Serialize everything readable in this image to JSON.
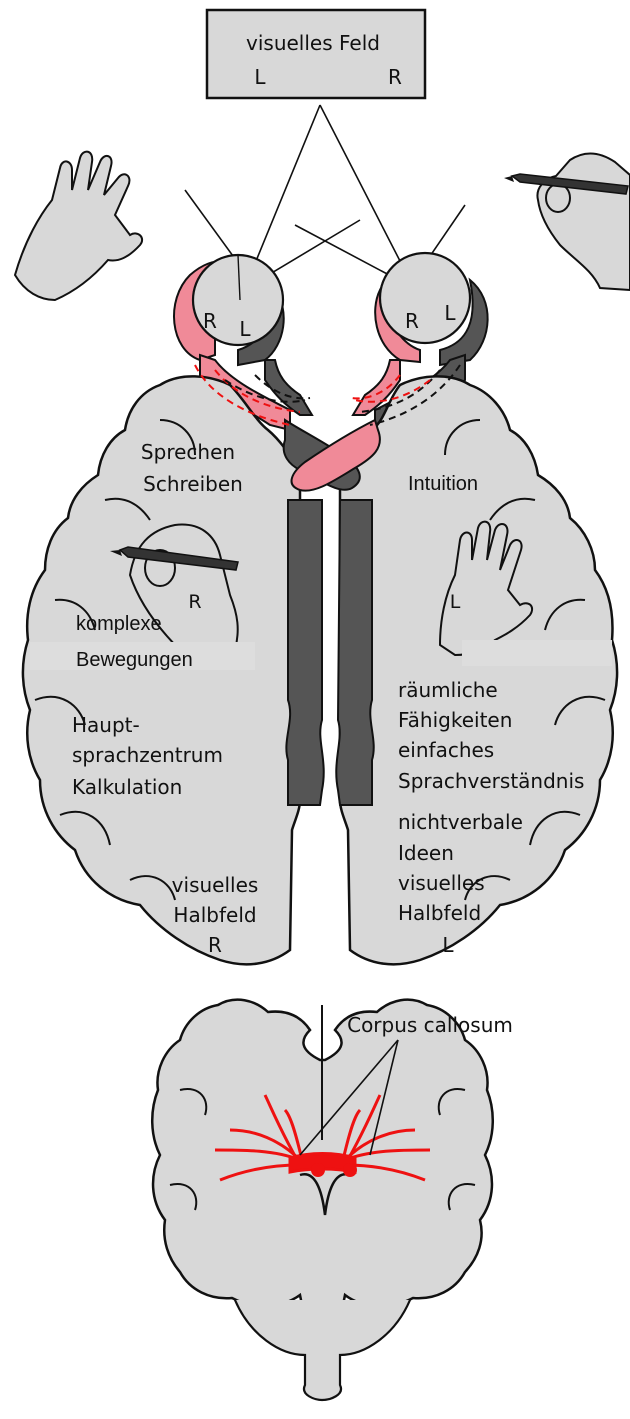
{
  "visual_field": {
    "title": "visuelles Feld",
    "left": "L",
    "right": "R"
  },
  "eyes": {
    "left_eye_r": "R",
    "left_eye_l": "L",
    "right_eye_r": "R",
    "right_eye_l": "L"
  },
  "left_hemisphere": {
    "line1": "Sprechen",
    "line2": "Schreiben",
    "hand_label": "R",
    "motor_line1": "komplexe",
    "motor_line2": "Bewegungen",
    "lang1": "Haupt-",
    "lang2": "sprachzentrum",
    "lang3": "Kalkulation",
    "vis1": "visuelles",
    "vis2": "Halbfeld",
    "vis3": "R"
  },
  "right_hemisphere": {
    "line1": "Intuition",
    "hand_label": "L",
    "f1": "räumliche",
    "f2": "Fähigkeiten",
    "f3": "einfaches",
    "f4": "Sprachverständnis",
    "f5": "nichtverbale",
    "f6": "Ideen",
    "vis1": "visuelles",
    "vis2": "Halbfeld",
    "vis3": "L"
  },
  "coronal": {
    "label": "Corpus callosum"
  },
  "colors": {
    "brain_fill": "#d8d8d8",
    "outline": "#111111",
    "dark_pathway": "#555555",
    "pink_pathway": "#f08a98",
    "callosum_red": "#ee1111",
    "censor_bar": "#dddddd"
  }
}
